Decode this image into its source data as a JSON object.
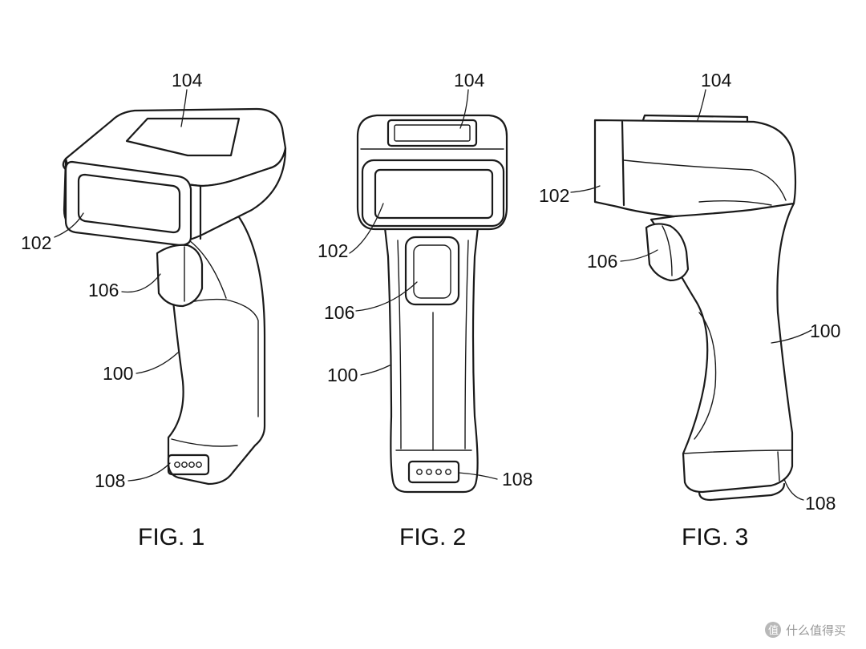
{
  "figures": [
    {
      "caption": "FIG. 1",
      "labels": {
        "r104": "104",
        "r102": "102",
        "r106": "106",
        "r100": "100",
        "r108": "108"
      }
    },
    {
      "caption": "FIG. 2",
      "labels": {
        "r104": "104",
        "r102": "102",
        "r106": "106",
        "r100": "100",
        "r108": "108"
      }
    },
    {
      "caption": "FIG. 3",
      "labels": {
        "r104": "104",
        "r102": "102",
        "r106": "106",
        "r100": "100",
        "r108": "108"
      }
    }
  ],
  "watermark": {
    "text": "什么值得买",
    "icon": "value-logo-icon"
  }
}
